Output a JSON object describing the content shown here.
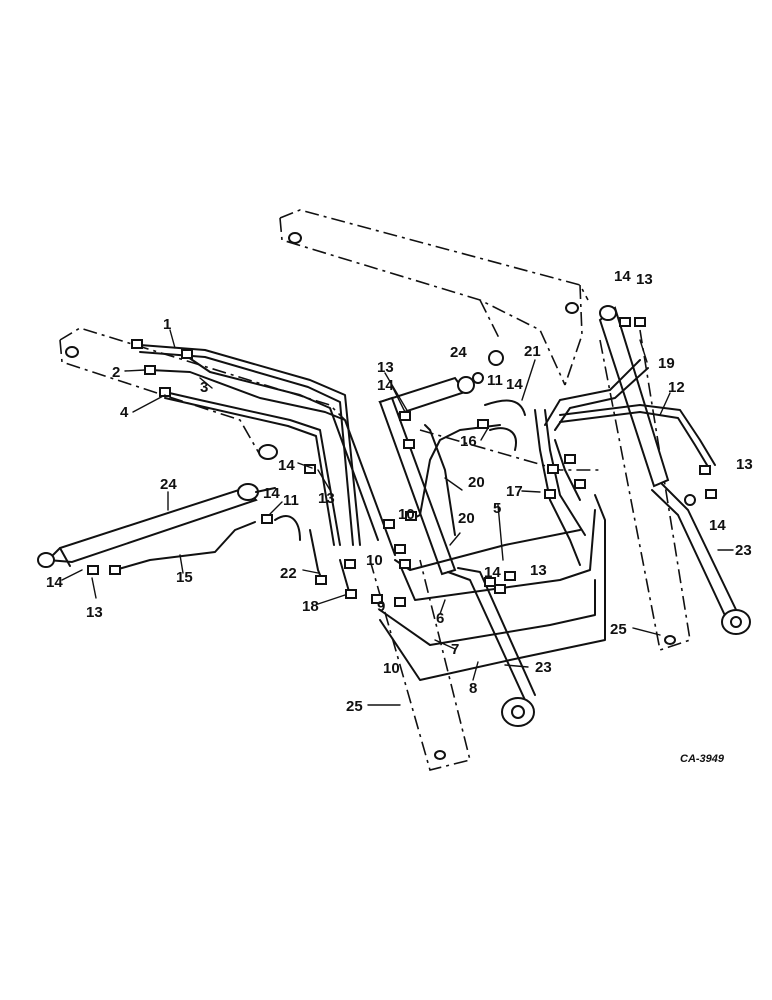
{
  "figure_code": "CA-3949",
  "callouts": {
    "c1": "1",
    "c2": "2",
    "c3": "3",
    "c4": "4",
    "c5": "5",
    "c6": "6",
    "c7": "7",
    "c8": "8",
    "c9": "9",
    "c10a": "10",
    "c10b": "10",
    "c10c": "10",
    "c11a": "11",
    "c11b": "11",
    "c12": "12",
    "c13a": "13",
    "c13b": "13",
    "c13c": "13",
    "c13d": "13",
    "c13e": "13",
    "c13f": "13",
    "c14a": "14",
    "c14b": "14",
    "c14c": "14",
    "c14d": "14",
    "c14e": "14",
    "c14f": "14",
    "c14g": "14",
    "c15": "15",
    "c16": "16",
    "c17": "17",
    "c18": "18",
    "c19": "19",
    "c20a": "20",
    "c20b": "20",
    "c21": "21",
    "c22": "22",
    "c23a": "23",
    "c23b": "23",
    "c24a": "24",
    "c24b": "24",
    "c25a": "25",
    "c25b": "25"
  }
}
